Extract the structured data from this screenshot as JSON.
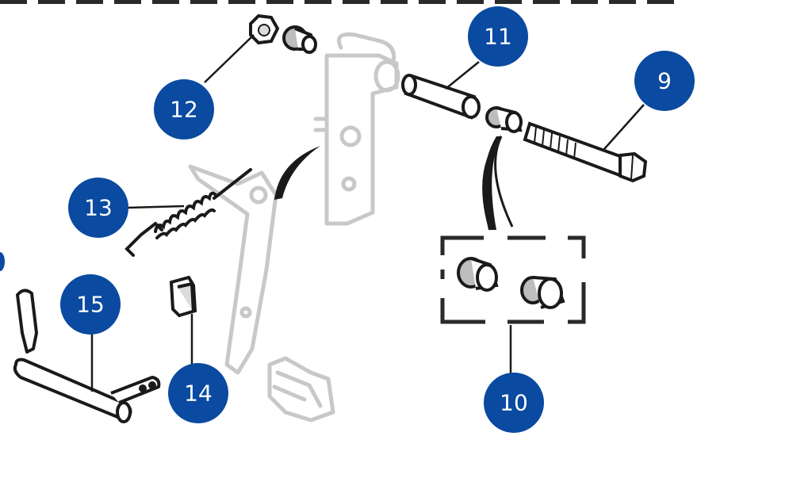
{
  "colors": {
    "badge_fill": "#0a4aa0",
    "badge_text": "#ffffff",
    "part_stroke": "#1a1a1a",
    "ghost_stroke": "#c8c8c8",
    "dashed_border": "#2a2a2a"
  },
  "callouts": [
    {
      "id": "9",
      "label": "9"
    },
    {
      "id": "10",
      "label": "10"
    },
    {
      "id": "11",
      "label": "11"
    },
    {
      "id": "12",
      "label": "12"
    },
    {
      "id": "13",
      "label": "13"
    },
    {
      "id": "14",
      "label": "14"
    },
    {
      "id": "15",
      "label": "15"
    }
  ]
}
